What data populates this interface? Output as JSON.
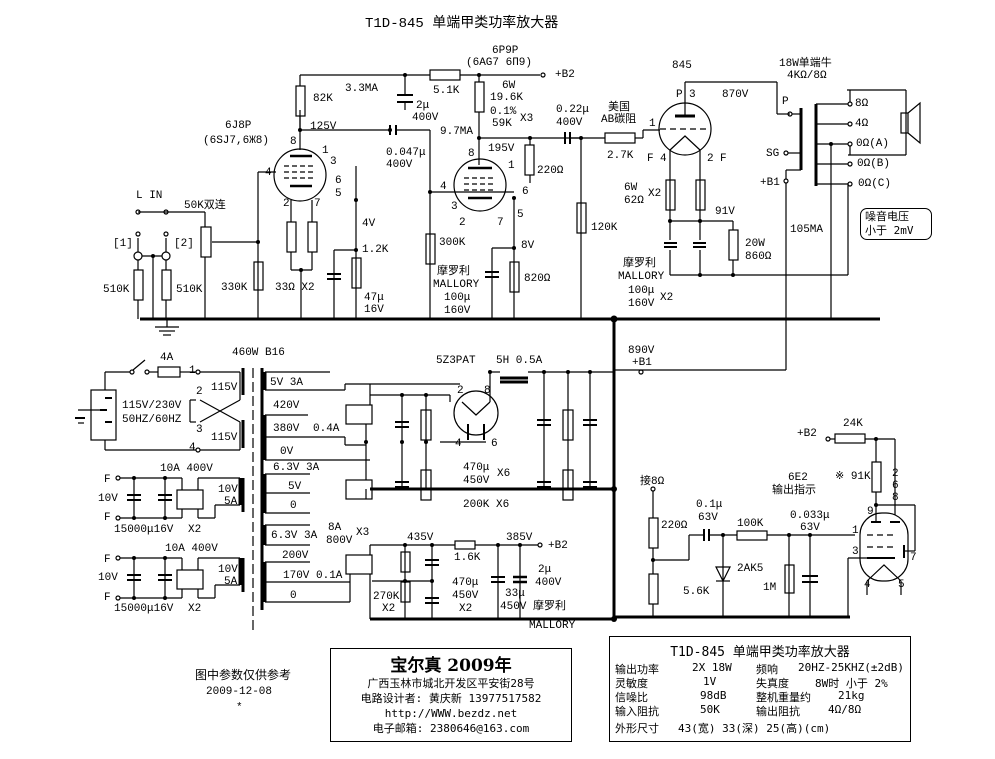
{
  "title": "T1D-845 单端甲类功率放大器",
  "tubes": {
    "v1": {
      "name": "6J8P",
      "alt": "(6SJ7,6Ж8)"
    },
    "v2": {
      "name": "6P9P",
      "alt": "(6AG7 6П9)"
    },
    "v3": {
      "name": "845"
    },
    "rect": {
      "name": "5Z3PAT"
    },
    "ind": {
      "name": "6E2",
      "desc": "输出指示"
    }
  },
  "input": {
    "label": "L IN",
    "ch1": "[1]",
    "ch2": "[2]",
    "pot": "50K双连",
    "r_in1": "510K",
    "r_in2": "510K",
    "r_grid": "330K",
    "r_cath": "33Ω X2",
    "v_screen": "4V",
    "r_1k2": "1.2K",
    "c_cath": "47μ",
    "c_cath_v": "16V"
  },
  "stage1": {
    "r_plate": "82K",
    "i_plate": "3.3MA",
    "c_dec": "2μ",
    "c_dec_v": "400V",
    "r_dec": "5.1K",
    "v_plate": "125V",
    "c_coup": "0.047μ",
    "c_coup_v": "400V",
    "pins": {
      "p8": "8",
      "p1": "1",
      "p3": "3",
      "p4": "4",
      "p6": "6",
      "p5": "5",
      "p2": "2",
      "p7": "7"
    }
  },
  "stage2": {
    "b2": "+B2",
    "r_load_w": "6W",
    "r_load": "19.6K",
    "r_tol": "0.1%",
    "r_alt": "59K",
    "r_mult": "X3",
    "i_plate": "9.7MA",
    "v_plate": "195V",
    "r_screen": "220Ω",
    "r_grid": "300K",
    "cap_brand": "摩罗利",
    "cap_brand_en": "MALLORY",
    "cap": "100μ",
    "cap_v": "160V",
    "v_cath": "8V",
    "r_cath": "820Ω",
    "c_coup": "0.22μ",
    "c_coup_v": "400V",
    "r_gridleak": "120K",
    "pins": {
      "p8": "8",
      "p1": "1",
      "p4": "4",
      "p6": "6",
      "p3": "3",
      "p5": "5",
      "p2": "2",
      "p7": "7"
    }
  },
  "output": {
    "r_stop_note1": "美国",
    "r_stop_note2": "AB碳阻",
    "r_stop": "2.7K",
    "grid_pin": "1",
    "plate_pin": "P",
    "plate_pin_no": "3",
    "v_plate": "870V",
    "fil_l": "F",
    "fil_l_pin": "4",
    "fil_r": "F",
    "fil_r_pin": "2",
    "r_fil_w": "6W",
    "r_fil": "62Ω",
    "r_fil_mult": "X2",
    "v_bias": "91V",
    "r_bias_w": "20W",
    "r_bias": "860Ω",
    "cap_brand": "摩罗利",
    "cap_brand_en": "MALLORY",
    "cap": "100μ",
    "cap_v": "160V",
    "cap_mult": "X2",
    "i_plate": "105MA",
    "otx_title": "18W单端牛",
    "otx_imp": "4KΩ/8Ω",
    "otx_p": "P",
    "otx_sg": "SG",
    "otx_b1": "+B1",
    "taps": [
      "8Ω",
      "4Ω",
      "0Ω(A)",
      "0Ω(B)",
      "0Ω(C)"
    ],
    "noise1": "噪音电压",
    "noise2": "小于 2mV"
  },
  "power": {
    "fuse": "4A",
    "mains": "115V/230V",
    "freq": "50HZ/60HZ",
    "pri1": "115V",
    "pri2": "115V",
    "pins": [
      "1",
      "2",
      "3",
      "4"
    ],
    "xfmr": "460W B16",
    "sec_5v": "5V 3A",
    "sec_420": "420V",
    "sec_380": "380V",
    "sec_380_i": "0.4A",
    "sec_0v": "0V",
    "sec_63": "6.3V 3A",
    "sec_5v2": "5V",
    "sec_0": "0",
    "sec_63b": "6.3V 3A",
    "sec_200": "200V",
    "sec_170": "170V 0.1A",
    "sec_0b": "0",
    "rect_tube_pins": [
      "2",
      "8",
      "4",
      "6"
    ],
    "choke": "5H 0.5A",
    "hv_caps": "470μ",
    "hv_caps_v": "450V",
    "hv_caps_mult": "X6",
    "hv_res": "200K X6",
    "b1_v": "890V",
    "b1": "+B1",
    "bridge_rating1": "8A",
    "bridge_rating2": "800V",
    "bridge_mult": "X3",
    "v435": "435V",
    "r_16k": "1.6K",
    "v385": "385V",
    "b2": "+B2",
    "r_270k": "270K",
    "r_270k_mult": "X2",
    "c_470": "470μ",
    "c_470_v": "450V",
    "c_470_mult": "X2",
    "c_33": "33μ",
    "c_33_v": "450V",
    "c_2u": "2μ",
    "c_2u_v": "400V",
    "brand": "摩罗利",
    "brand_en": "MALLORY",
    "fil1": {
      "rating": "10A 400V",
      "v": "10V",
      "sec": "10V",
      "sec_i": "5A",
      "cap": "15000μ16V",
      "mult": "X2",
      "f": "F"
    },
    "fil2": {
      "rating": "10A 400V",
      "v": "10V",
      "sec": "10V",
      "sec_i": "5A",
      "cap": "15000μ16V",
      "mult": "X2",
      "f": "F"
    }
  },
  "indicator": {
    "b2": "+B2",
    "r_24k": "24K",
    "r_91k": "※ 91K",
    "pins_268": [
      "2",
      "6",
      "8"
    ],
    "tap": "接8Ω",
    "r_220": "220Ω",
    "c_01": "0.1μ",
    "c_01_v": "63V",
    "r_100k": "100K",
    "c_033": "0.033μ",
    "c_033_v": "63V",
    "diode": "2AK5",
    "r_56k": "5.6K",
    "r_1m": "1M",
    "pins": [
      "9",
      "1",
      "3",
      "7",
      "4",
      "5"
    ]
  },
  "notes": {
    "ref": "图中参数仅供参考",
    "date": "2009-12-08",
    "star": "*"
  },
  "author": {
    "brand": "宝尔真 2009年",
    "address": "广西玉林市城北开发区平安街28号",
    "designer": "电路设计者: 黄庆新   13977517582",
    "url": "http://WWW.bezdz.net",
    "email": "电子邮箱: 2380646@163.com"
  },
  "specs": {
    "title": "T1D-845 单端甲类功率放大器",
    "rows": [
      {
        "k1": "输出功率",
        "v1": "2X 18W",
        "k2": "频响",
        "v2": "20HZ-25KHZ(±2dB)"
      },
      {
        "k1": "灵敏度",
        "v1": "1V",
        "k2": "失真度",
        "v2": "8W时 小于 2%"
      },
      {
        "k1": "信噪比",
        "v1": "98dB",
        "k2": "整机重量约",
        "v2": "21kg"
      },
      {
        "k1": "输入阻抗",
        "v1": "50K",
        "k2": "输出阻抗",
        "v2": "4Ω/8Ω"
      }
    ],
    "size_k": "外形尺寸",
    "size_v": "43(宽) 33(深) 25(高)(cm)"
  }
}
